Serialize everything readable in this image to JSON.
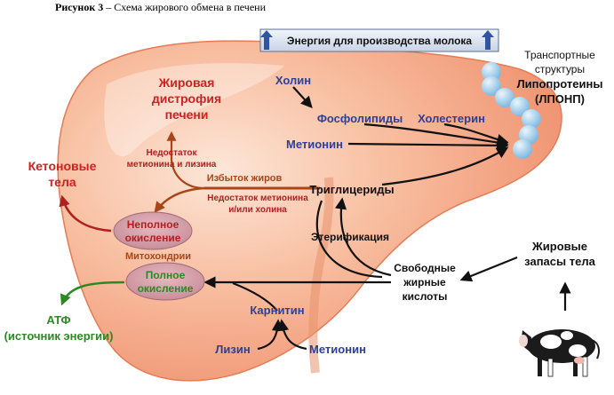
{
  "caption": {
    "label": "Рисунок 3",
    "text": " – Схема жирового обмена в печени"
  },
  "energy_box": "Энергия для производства молока",
  "transport": [
    "Транспортные",
    "структуры",
    "Липопротеины",
    "(ЛПОНП)"
  ],
  "nodes": {
    "cholin": "Холин",
    "phospholipids": "Фосфолипиды",
    "cholesterol": "Холестерин",
    "methionine_top": "Метионин",
    "triglycerides": "Триглицериды",
    "esterification": "Этерификация",
    "ffa": [
      "Свободные",
      "жирные",
      "кислоты"
    ],
    "fat_reserves": [
      "Жировые",
      "запасы тела"
    ],
    "carnitine": "Карнитин",
    "lysine": "Лизин",
    "methionine_bottom": "Метионин",
    "ketones": [
      "Кетоновые",
      "тела"
    ],
    "atp": [
      "АТФ",
      "(источник энергии)"
    ],
    "fatty_liver": [
      "Жировая",
      "дистрофия",
      "печени"
    ],
    "deficit_ml": [
      "Недостаток",
      "метионина и лизина"
    ],
    "excess_fat": "Избыток жиров",
    "deficit_mc": [
      "Недостаток метионина",
      "и/или холина"
    ],
    "incomplete_ox": [
      "Неполное",
      "окисление"
    ],
    "mitochondria": "Митохондрии",
    "complete_ox": [
      "Полное",
      "окисление"
    ]
  },
  "colors": {
    "liver": "#f3a07e",
    "liver_light": "#fde1d2",
    "blue": "#2e3f98",
    "red": "#d12020",
    "dark_red": "#b21f1f",
    "brown": "#a8461a",
    "green": "#2a8a22",
    "sphere": "#a9d4ef"
  }
}
